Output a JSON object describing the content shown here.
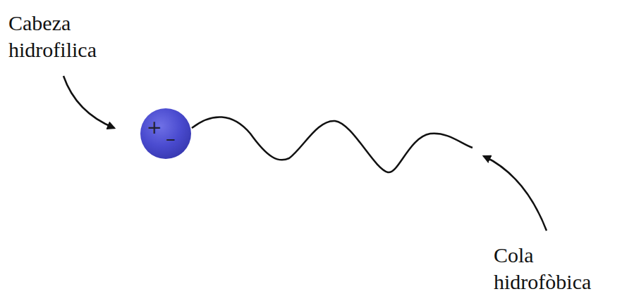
{
  "diagram": {
    "nodes": [
      {
        "text": [
          "+",
          "–"
        ]
      }
    ],
    "labels": [
      "Cabeza hidrofilica",
      "Cola hidrofòbica"
    ]
  }
}
